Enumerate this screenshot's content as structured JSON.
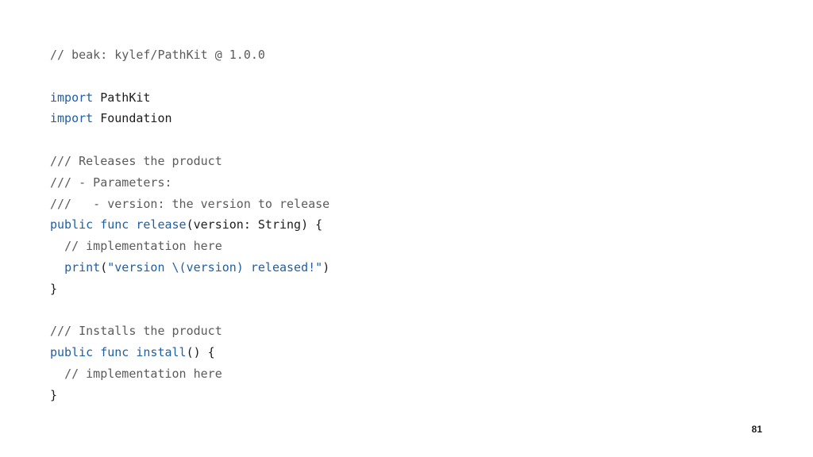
{
  "colors": {
    "background": "#ffffff",
    "text": "#1c1c1c",
    "comment": "#5b5b5b",
    "keyword": "#1f5fa5"
  },
  "code": {
    "lines": [
      [
        {
          "t": "comment",
          "v": "// beak: kylef/PathKit @ 1.0.0"
        }
      ],
      [],
      [
        {
          "t": "keyword",
          "v": "import"
        },
        {
          "t": "plain",
          "v": " PathKit"
        }
      ],
      [
        {
          "t": "keyword",
          "v": "import"
        },
        {
          "t": "plain",
          "v": " Foundation"
        }
      ],
      [],
      [
        {
          "t": "comment",
          "v": "/// Releases the product"
        }
      ],
      [
        {
          "t": "comment",
          "v": "/// - Parameters:"
        }
      ],
      [
        {
          "t": "comment",
          "v": "///   - version: the version to release"
        }
      ],
      [
        {
          "t": "keyword",
          "v": "public"
        },
        {
          "t": "plain",
          "v": " "
        },
        {
          "t": "keyword",
          "v": "func"
        },
        {
          "t": "plain",
          "v": " "
        },
        {
          "t": "func",
          "v": "release"
        },
        {
          "t": "plain",
          "v": "(version: String) {"
        }
      ],
      [
        {
          "t": "plain",
          "v": "  "
        },
        {
          "t": "comment",
          "v": "// implementation here"
        }
      ],
      [
        {
          "t": "plain",
          "v": "  "
        },
        {
          "t": "func",
          "v": "print"
        },
        {
          "t": "plain",
          "v": "("
        },
        {
          "t": "string",
          "v": "\"version \\(version) released!\""
        },
        {
          "t": "plain",
          "v": ")"
        }
      ],
      [
        {
          "t": "plain",
          "v": "}"
        }
      ],
      [],
      [
        {
          "t": "comment",
          "v": "/// Installs the product"
        }
      ],
      [
        {
          "t": "keyword",
          "v": "public"
        },
        {
          "t": "plain",
          "v": " "
        },
        {
          "t": "keyword",
          "v": "func"
        },
        {
          "t": "plain",
          "v": " "
        },
        {
          "t": "func",
          "v": "install"
        },
        {
          "t": "plain",
          "v": "() {"
        }
      ],
      [
        {
          "t": "plain",
          "v": "  "
        },
        {
          "t": "comment",
          "v": "// implementation here"
        }
      ],
      [
        {
          "t": "plain",
          "v": "}"
        }
      ]
    ]
  },
  "footer": {
    "page_number": "81"
  }
}
